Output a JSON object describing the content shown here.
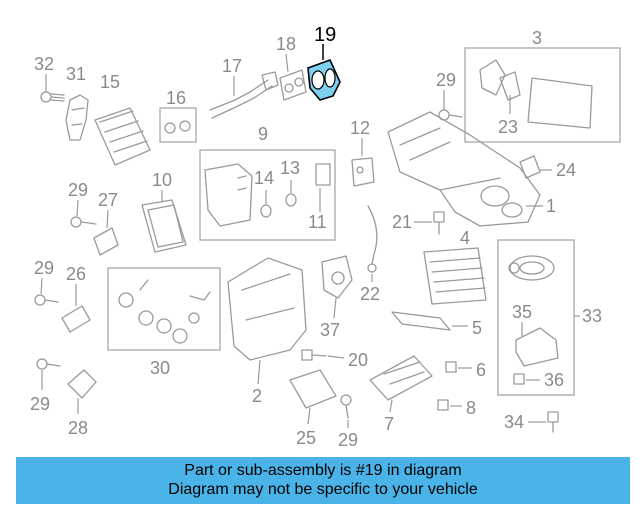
{
  "highlight_part": "19",
  "labels": {
    "p1": "1",
    "p2": "2",
    "p3": "3",
    "p4": "4",
    "p5": "5",
    "p6": "6",
    "p7": "7",
    "p8": "8",
    "p9": "9",
    "p10": "10",
    "p11": "11",
    "p12": "12",
    "p13": "13",
    "p14": "14",
    "p15": "15",
    "p16": "16",
    "p17": "17",
    "p18": "18",
    "p19": "19",
    "p20": "20",
    "p21": "21",
    "p22": "22",
    "p23": "23",
    "p24": "24",
    "p25": "25",
    "p26": "26",
    "p27": "27",
    "p28": "28",
    "p29a": "29",
    "p29b": "29",
    "p29c": "29",
    "p29d": "29",
    "p29e": "29",
    "p30": "30",
    "p31": "31",
    "p32": "32",
    "p33": "33",
    "p34": "34",
    "p35": "35",
    "p36": "36",
    "p37": "37"
  },
  "banner": {
    "line1": "Part or sub-assembly is #19 in diagram",
    "line2": "Diagram may not be specific to your vehicle"
  },
  "colors": {
    "banner": "#4ab3e8",
    "highlight": "#7ed0f0",
    "linework": "#9a9a9a"
  }
}
